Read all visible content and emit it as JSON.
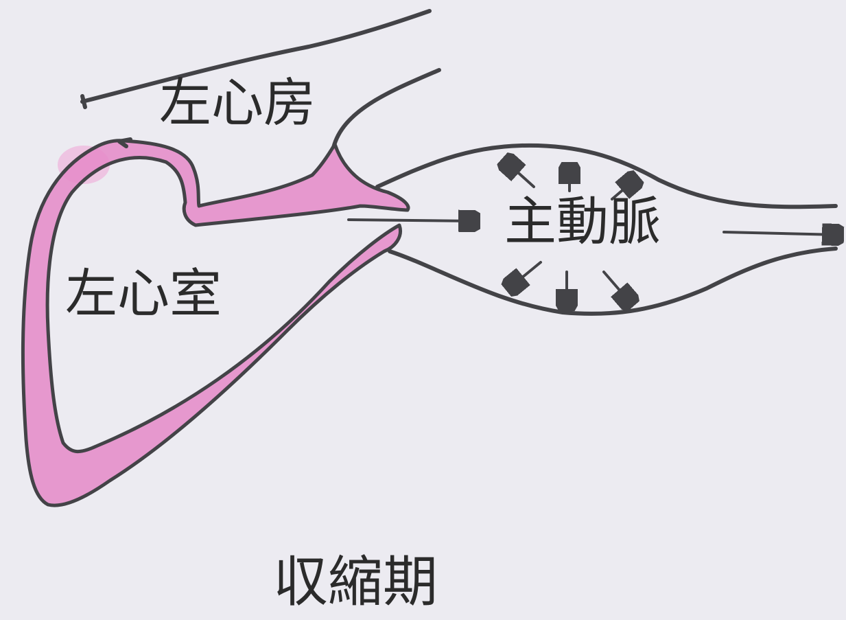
{
  "labels": {
    "left_atrium": "左心房",
    "aorta": "主動脈",
    "left_ventricle": "左心室",
    "phase": "収縮期"
  },
  "colors": {
    "paper": "#ecebf1",
    "outline": "#434347",
    "muscle_wall": "#e58ac8"
  }
}
